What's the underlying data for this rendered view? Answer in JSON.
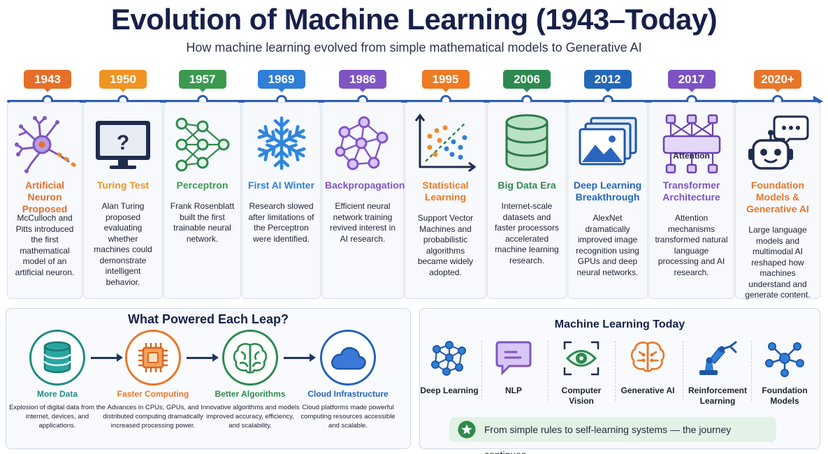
{
  "title": "Evolution of Machine Learning (1943–Today)",
  "subtitle": "How machine learning evolved from simple mathematical models to Generative AI",
  "milestones": [
    {
      "year": "1943",
      "title": "Artificial Neuron Proposed",
      "desc": "McCulloch and Pitts introduced the first mathematical model of an artificial neuron.",
      "color": "#e56f28",
      "icon": "neuron-icon"
    },
    {
      "year": "1950",
      "title": "Turing Test",
      "desc": "Alan Turing proposed evaluating whether machines could demonstrate intelligent behavior.",
      "color": "#ef9423",
      "icon": "monitor-question-icon"
    },
    {
      "year": "1957",
      "title": "Perceptron",
      "desc": "Frank Rosenblatt built the first trainable neural network.",
      "color": "#3b9a4f",
      "icon": "perceptron-network-icon"
    },
    {
      "year": "1969",
      "title": "First AI Winter",
      "desc": "Research slowed after limitations of the Perceptron were identified.",
      "color": "#2f7fd8",
      "icon": "snowflake-icon"
    },
    {
      "year": "1986",
      "title": "Backpropagation",
      "desc": "Efficient neural network training revived interest in AI research.",
      "color": "#7f55c4",
      "icon": "graph-network-icon"
    },
    {
      "year": "1995",
      "title": "Statistical Learning",
      "desc": "Support Vector Machines and probabilistic algorithms became widely adopted.",
      "color": "#ee7a24",
      "icon": "scatter-plot-icon"
    },
    {
      "year": "2006",
      "title": "Big Data Era",
      "desc": "Internet-scale datasets and faster processors accelerated machine learning research.",
      "color": "#2e8a52",
      "icon": "database-icon"
    },
    {
      "year": "2012",
      "title": "Deep Learning Breakthrough",
      "desc": "AlexNet dramatically improved image recognition using GPUs and deep neural networks.",
      "color": "#2467b9",
      "icon": "image-stack-icon"
    },
    {
      "year": "2017",
      "title": "Transformer Architecture",
      "desc": "Attention mechanisms transformed natural language processing and AI research.",
      "color": "#7d52c2",
      "icon": "attention-diagram-icon",
      "icon_label": "Attention"
    },
    {
      "year": "2020+",
      "title": "Foundation Models & Generative AI",
      "desc": "Large language models and multimodal AI reshaped how machines understand and generate content.",
      "color": "#e8762a",
      "icon": "robot-chat-icon"
    }
  ],
  "powered": {
    "title": "What Powered Each Leap?",
    "items": [
      {
        "label": "More Data",
        "desc": "Explosion of digital data from the internet, devices, and applications.",
        "color": "#1f8c85",
        "icon": "database-icon"
      },
      {
        "label": "Faster Computing",
        "desc": "Advances in CPUs, GPUs, and distributed computing dramatically increased processing power.",
        "color": "#e8762a",
        "icon": "cpu-chip-icon"
      },
      {
        "label": "Better Algorithms",
        "desc": "Innovative algorithms and models improved accuracy, efficiency, and scalability.",
        "color": "#2f8a4e",
        "icon": "brain-icon"
      },
      {
        "label": "Cloud Infrastructure",
        "desc": "Cloud platforms made powerful computing resources accessible and scalable.",
        "color": "#2462b8",
        "icon": "cloud-icon"
      }
    ]
  },
  "today": {
    "title": "Machine Learning Today",
    "items": [
      {
        "label": "Deep Learning",
        "icon": "neural-network-icon"
      },
      {
        "label": "NLP",
        "icon": "chat-bubble-icon"
      },
      {
        "label": "Computer Vision",
        "icon": "eye-icon"
      },
      {
        "label": "Generative AI",
        "icon": "brain-circuit-icon"
      },
      {
        "label": "Reinforcement Learning",
        "icon": "robot-arm-icon"
      },
      {
        "label": "Foundation Models",
        "icon": "hub-network-icon"
      }
    ],
    "footer": "From simple rules to self-learning systems — the journey continues."
  }
}
